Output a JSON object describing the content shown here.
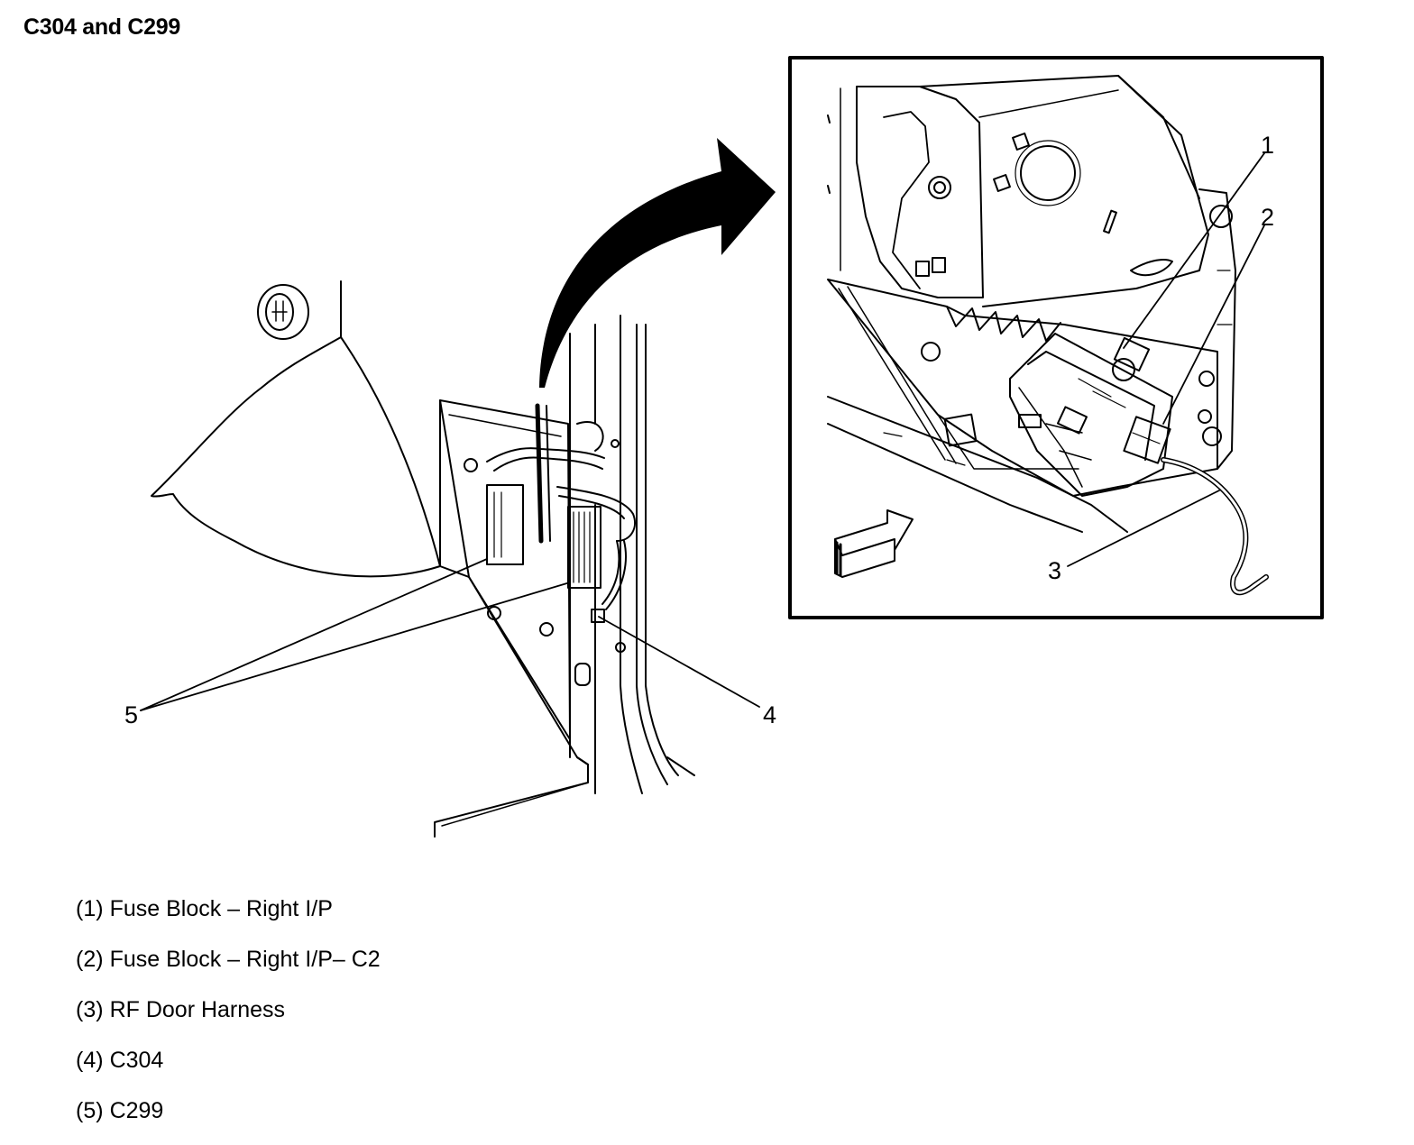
{
  "title": "C304 and C299",
  "callouts": {
    "c1": "1",
    "c2": "2",
    "c3": "3",
    "c4": "4",
    "c5": "5"
  },
  "legend": [
    {
      "num": "(1)",
      "label": "Fuse Block – Right I/P"
    },
    {
      "num": "(2)",
      "label": "Fuse Block – Right I/P– C2"
    },
    {
      "num": "(3)",
      "label": "RF Door Harness"
    },
    {
      "num": "(4)",
      "label": "C304"
    },
    {
      "num": "(5)",
      "label": "C299"
    }
  ],
  "colors": {
    "line": "#000000",
    "background": "#ffffff"
  }
}
